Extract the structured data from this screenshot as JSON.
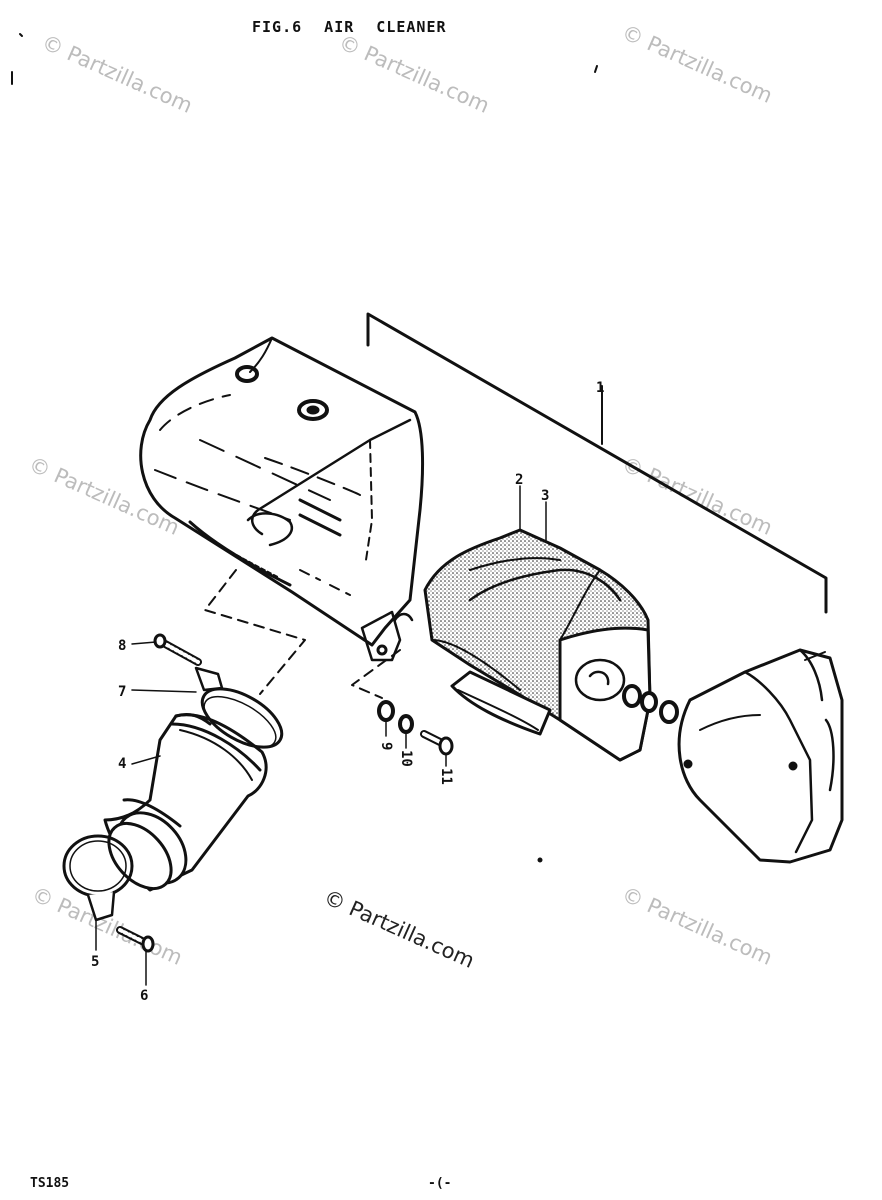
{
  "title": "FIG.6  AIR CLEANER",
  "model": "TS185",
  "page_number": "-(-",
  "watermark_text": "© Partzilla.com",
  "callouts": [
    {
      "id": "1",
      "label": "1"
    },
    {
      "id": "2",
      "label": "2"
    },
    {
      "id": "3",
      "label": "3"
    },
    {
      "id": "4",
      "label": "4"
    },
    {
      "id": "5",
      "label": "5"
    },
    {
      "id": "6",
      "label": "6"
    },
    {
      "id": "7",
      "label": "7"
    },
    {
      "id": "8",
      "label": "8"
    },
    {
      "id": "9",
      "label": "9"
    },
    {
      "id": "10",
      "label": "10"
    },
    {
      "id": "11",
      "label": "11"
    }
  ],
  "colors": {
    "ink": "#111111",
    "watermark": "#bcbcbc",
    "foam": "#d8d8d8"
  }
}
